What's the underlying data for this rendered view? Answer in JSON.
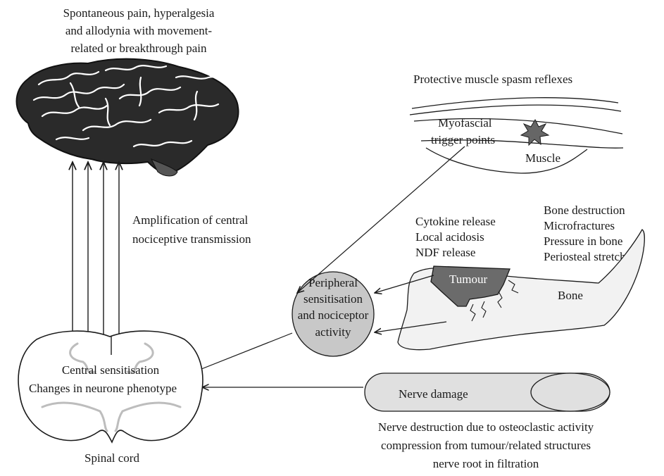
{
  "brain": {
    "caption_lines": [
      "Spontaneous pain, hyperalgesia",
      "and allodynia with movement-",
      "related or breakthrough pain"
    ]
  },
  "amplification": {
    "lines": [
      "Amplification of central",
      "nociceptive transmission"
    ]
  },
  "muscle": {
    "spasm_label": "Protective muscle spasm reflexes",
    "trigger_lines": [
      "Myofascial",
      "trigger points"
    ],
    "muscle_label": "Muscle"
  },
  "tumour_factors": {
    "lines": [
      "Cytokine release",
      "Local acidosis",
      "NDF release"
    ]
  },
  "bone_factors": {
    "lines": [
      "Bone destruction",
      "Microfractures",
      "Pressure in bone",
      "Periosteal stretching"
    ]
  },
  "tumour_label": "Tumour",
  "bone_label": "Bone",
  "peripheral": {
    "lines": [
      "Peripheral",
      "sensitisation",
      "and nociceptor",
      "activity"
    ]
  },
  "spinal": {
    "center_lines": [
      "Central sensitisation",
      "Changes in neurone phenotype"
    ],
    "caption": "Spinal cord"
  },
  "nerve": {
    "label": "Nerve damage",
    "caption_lines": [
      "Nerve destruction due to osteoclastic activity",
      "compression from tumour/related structures",
      "nerve root in filtration"
    ]
  },
  "colors": {
    "ink": "#1a1a1a",
    "peripheral_fill": "#c8c8c8",
    "tumour_fill": "#6b6b6b",
    "bone_fill": "#f2f2f2",
    "nerve_fill": "#e0e0e0"
  }
}
